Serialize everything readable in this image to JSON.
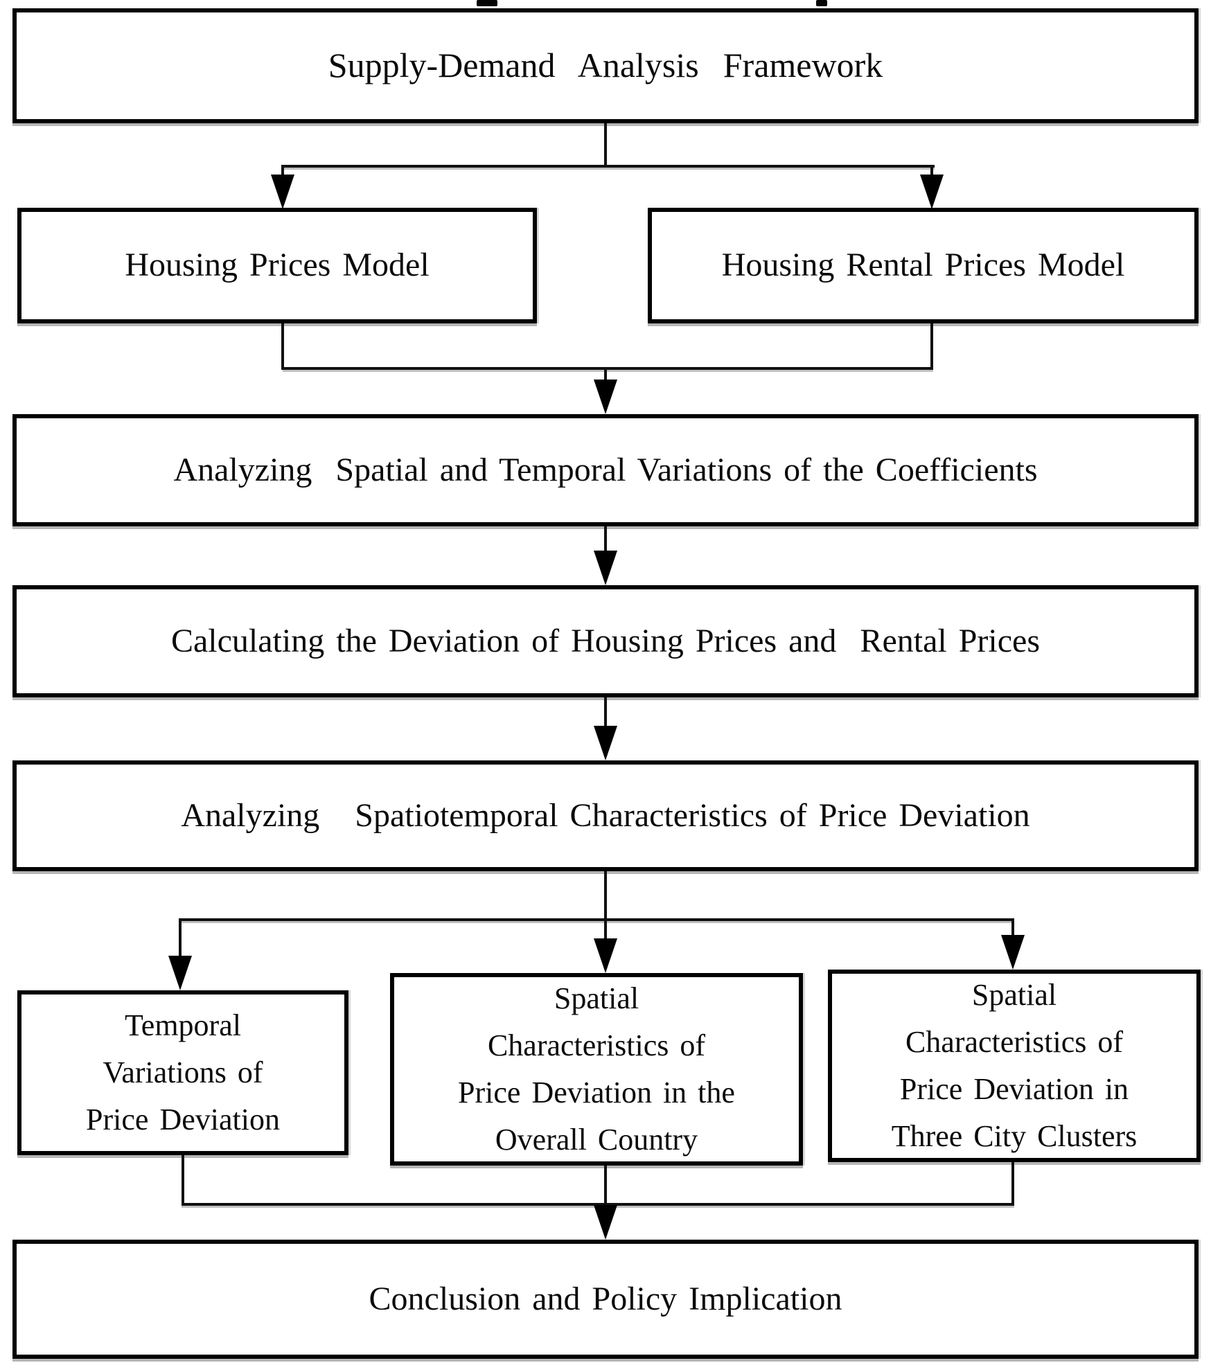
{
  "diagram": {
    "type": "flowchart",
    "colors": {
      "node_border": "#000000",
      "node_background": "#ffffff",
      "text": "#0b0b0b",
      "connector": "#111111",
      "shadow_artifact": "#8a8a8a"
    },
    "nodes": {
      "supply_demand": {
        "label": "Supply-Demand  Analysis  Framework"
      },
      "housing_prices": {
        "label": "Housing Prices Model"
      },
      "housing_rental": {
        "label": "Housing Rental Prices Model"
      },
      "coefficients": {
        "label": "Analyzing  Spatial and Temporal Variations of the Coefficients"
      },
      "deviation_calc": {
        "label": "Calculating the Deviation of Housing Prices and  Rental Prices"
      },
      "spatiotemporal": {
        "label": "Analyzing   Spatiotemporal Characteristics of Price Deviation"
      },
      "temporal_variations": {
        "label": "Temporal\nVariations of\nPrice Deviation"
      },
      "spatial_overall": {
        "label": "Spatial\nCharacteristics of\nPrice Deviation in the\nOverall Country"
      },
      "spatial_clusters": {
        "label": "Spatial\nCharacteristics of\nPrice Deviation in\nThree City Clusters"
      },
      "conclusion": {
        "label": "Conclusion and Policy Implication"
      }
    },
    "edges": [
      "supply_demand -> housing_prices",
      "supply_demand -> housing_rental",
      "housing_prices -> coefficients",
      "housing_rental -> coefficients",
      "coefficients -> deviation_calc",
      "deviation_calc -> spatiotemporal",
      "spatiotemporal -> temporal_variations",
      "spatiotemporal -> spatial_overall",
      "spatiotemporal -> spatial_clusters",
      "temporal_variations -> conclusion",
      "spatial_overall -> conclusion",
      "spatial_clusters -> conclusion"
    ]
  }
}
